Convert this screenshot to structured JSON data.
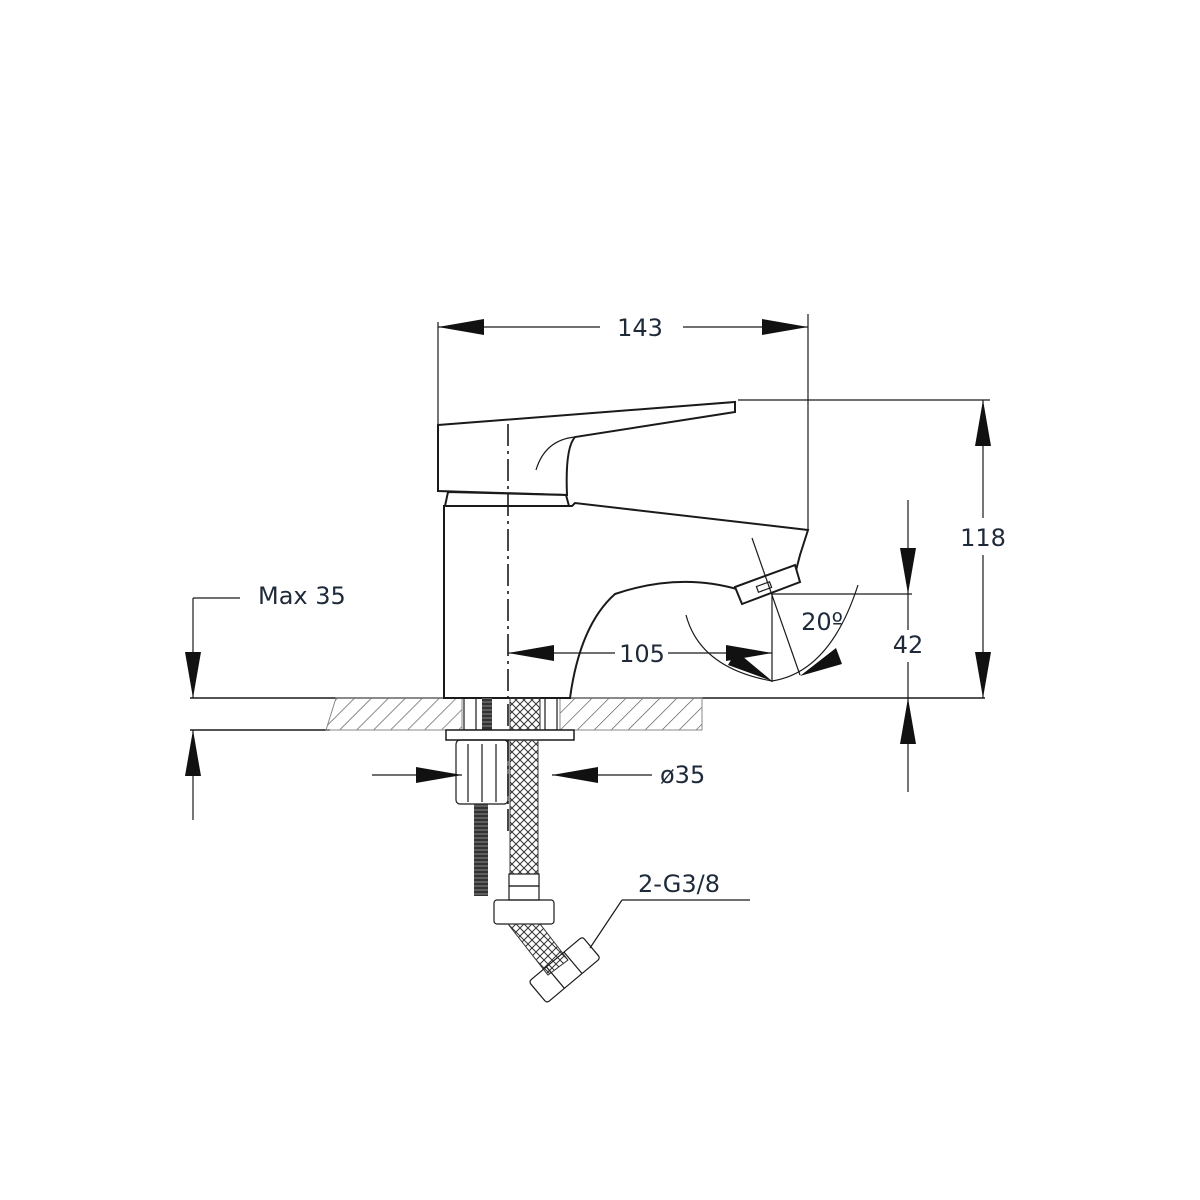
{
  "drawing": {
    "subject": "single-lever basin mixer faucet technical drawing",
    "colors": {
      "line": "#1a1a1a",
      "text": "#1e2a3a",
      "background": "#ffffff",
      "hatch": "#555555"
    }
  },
  "dimensions": {
    "overall_length": {
      "label": "143",
      "value": 143,
      "unit": "mm"
    },
    "overall_height": {
      "label": "118",
      "value": 118,
      "unit": "mm"
    },
    "spout_reach": {
      "label": "105",
      "value": 105,
      "unit": "mm"
    },
    "spout_height": {
      "label": "42",
      "value": 42,
      "unit": "mm"
    },
    "spout_angle": {
      "label": "20º",
      "value": 20,
      "unit": "deg"
    },
    "max_deck_thickness": {
      "label": "Max 35",
      "value": 35,
      "unit": "mm"
    },
    "mounting_hole_diameter": {
      "label": "ø35",
      "value": 35,
      "unit": "mm"
    },
    "connection": {
      "label": "2-G3/8"
    }
  }
}
